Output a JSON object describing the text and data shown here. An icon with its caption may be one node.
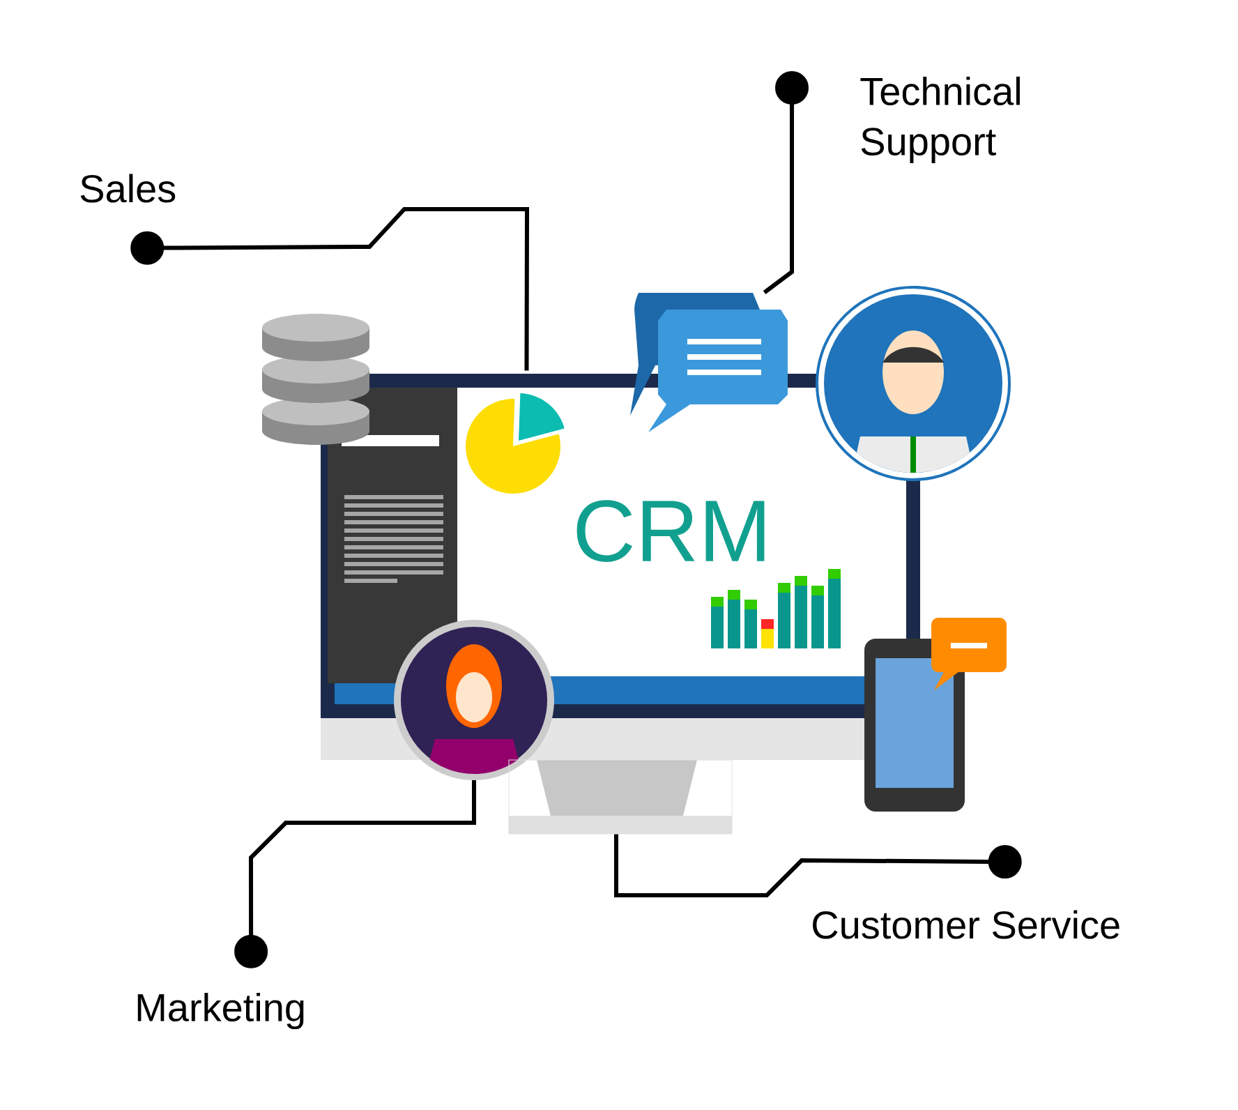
{
  "diagram": {
    "nodes": [
      {
        "text": [
          "Sales"
        ]
      },
      {
        "text": [
          "Technical Support"
        ]
      },
      {
        "text": [
          "Marketing"
        ]
      },
      {
        "text": [
          "Customer Service"
        ]
      },
      {
        "text": [
          "CRM"
        ]
      },
      {
        "text": [],
        "shape": "picture"
      },
      {
        "text": [],
        "shape": "circle"
      },
      {
        "text": [],
        "shape": "box"
      }
    ],
    "edges": [
      {
        "from": 0,
        "to": 4,
        "arrow": "other"
      },
      {
        "from": 1,
        "to": 5,
        "arrow": "other"
      },
      {
        "from": 2,
        "to": 6,
        "arrow": "other"
      },
      {
        "from": 3,
        "to": 7,
        "arrow": "other"
      }
    ]
  }
}
